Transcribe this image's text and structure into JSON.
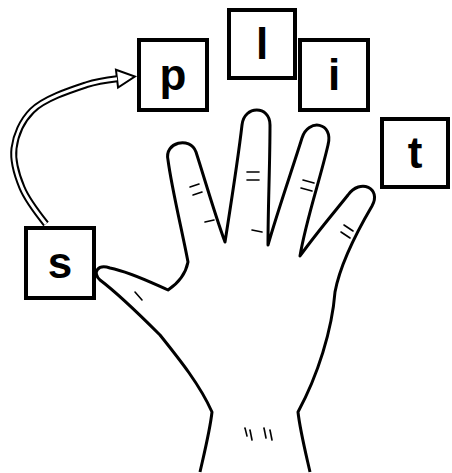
{
  "diagram": {
    "nodes": [
      {
        "text": [
          "s"
        ]
      },
      {
        "text": [
          "p"
        ]
      },
      {
        "text": [
          "l"
        ]
      },
      {
        "text": [
          "i"
        ]
      },
      {
        "text": [
          "t"
        ]
      }
    ],
    "edges": [
      {
        "from": 0,
        "to": 1,
        "arrow": "to"
      }
    ]
  }
}
